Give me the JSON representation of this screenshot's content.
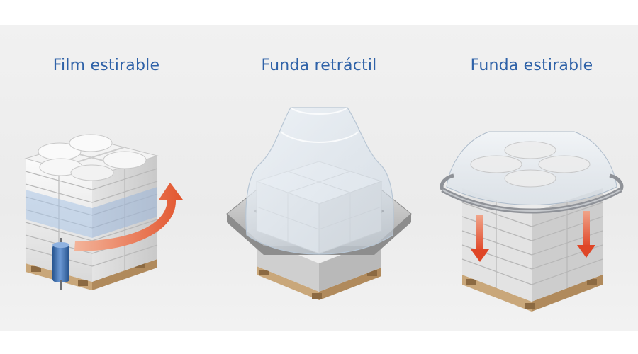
{
  "panels": [
    {
      "title": "Film estirable"
    },
    {
      "title": "Funda retráctil"
    },
    {
      "title": "Funda estirable"
    }
  ],
  "colors": {
    "title_text": "#2f62a8",
    "arrow": "#e2623a",
    "film_roll": "#3a6fbf",
    "bag": "#f4f4f4",
    "wood": "#d4b78d",
    "metal_frame": "#9a9da3"
  },
  "icons": [
    "stretch-film-roll-icon",
    "wrap-direction-arrow-icon",
    "down-arrow-icon"
  ]
}
